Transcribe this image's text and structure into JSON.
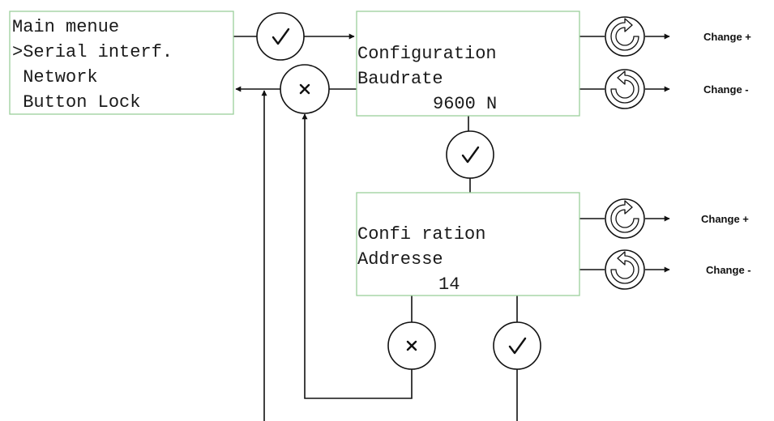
{
  "main_menu": {
    "lines": [
      "Main menue",
      ">Serial interf.",
      " Network",
      " Button Lock"
    ]
  },
  "baudrate_screen": {
    "lines": [
      "Configuration",
      "Baudrate",
      "9600 N"
    ]
  },
  "address_screen": {
    "lines": [
      "Confi ration",
      "Addresse",
      "14"
    ]
  },
  "actions": {
    "change_plus": "Change +",
    "change_minus": "Change -"
  },
  "icons": {
    "ok": "check-icon",
    "cancel": "x-icon",
    "up": "rotate-up-icon",
    "down": "rotate-down-icon"
  }
}
